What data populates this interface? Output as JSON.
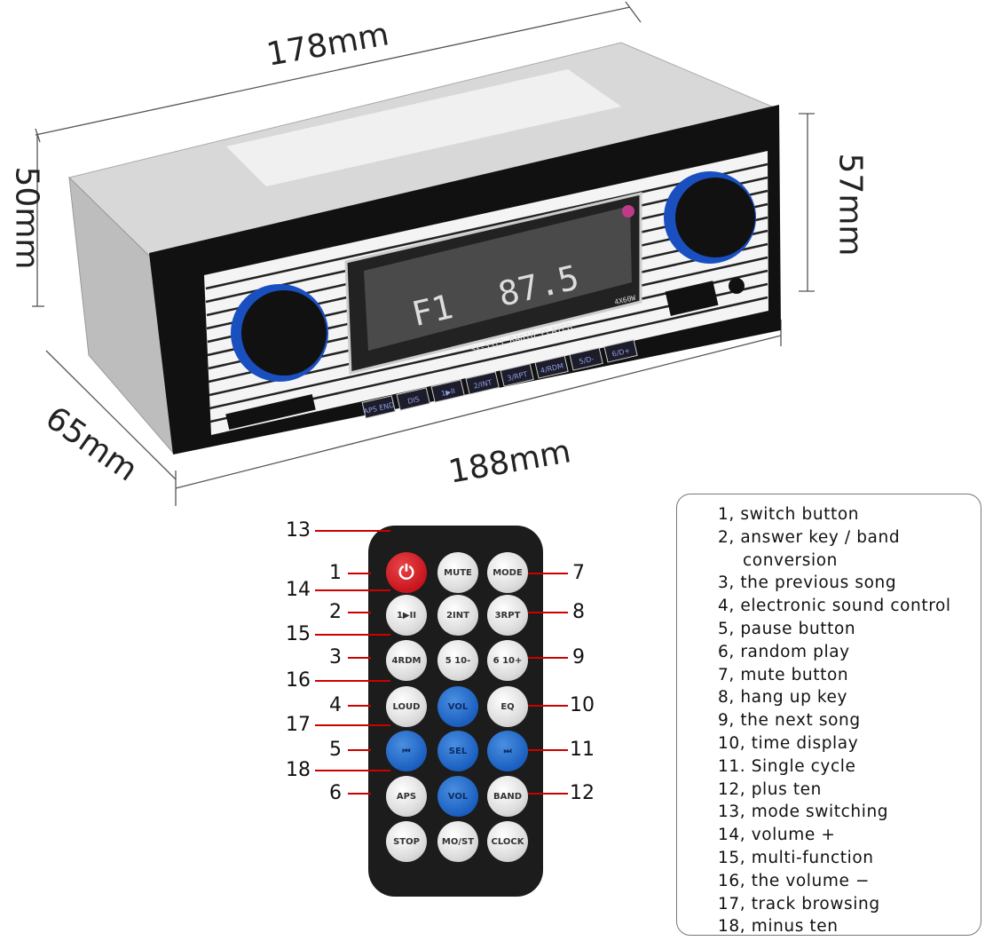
{
  "dimensions": {
    "top": "178mm",
    "left_height": "50mm",
    "right_height": "57mm",
    "depth": "65mm",
    "front": "188mm"
  },
  "radio": {
    "display_band": "F1",
    "display_freq": "87.5",
    "model": "SX-5513",
    "label": "RADIO PLAYER",
    "watts": "4X60W",
    "buttons": [
      "APS END",
      "DIS",
      "1▶II",
      "2/INT",
      "3/RPT",
      "4/RDM",
      "5/D-",
      "6/D+"
    ]
  },
  "remote": {
    "buttons": [
      {
        "label": "⏻",
        "color": "red"
      },
      {
        "label": "MUTE",
        "color": "white"
      },
      {
        "label": "MODE",
        "color": "white"
      },
      {
        "label": "1▶II",
        "color": "white"
      },
      {
        "label": "2INT",
        "color": "white"
      },
      {
        "label": "3RPT",
        "color": "white"
      },
      {
        "label": "4RDM",
        "color": "white"
      },
      {
        "label": "5 10-",
        "color": "white"
      },
      {
        "label": "6 10+",
        "color": "white"
      },
      {
        "label": "LOUD",
        "color": "white"
      },
      {
        "label": "VOL",
        "color": "blue"
      },
      {
        "label": "EQ",
        "color": "white"
      },
      {
        "label": "⏮",
        "color": "blue"
      },
      {
        "label": "SEL",
        "color": "blue"
      },
      {
        "label": "⏭",
        "color": "blue"
      },
      {
        "label": "APS",
        "color": "white"
      },
      {
        "label": "VOL",
        "color": "blue"
      },
      {
        "label": "BAND",
        "color": "white"
      },
      {
        "label": "STOP",
        "color": "white"
      },
      {
        "label": "MO/ST",
        "color": "white"
      },
      {
        "label": "CLOCK",
        "color": "white"
      }
    ]
  },
  "callouts_left": [
    "13",
    "1",
    "14",
    "2",
    "15",
    "3",
    "16",
    "4",
    "17",
    "5",
    "18",
    "6"
  ],
  "callouts_right": [
    "7",
    "8",
    "9",
    "10",
    "11",
    "12"
  ],
  "legend": [
    "1, switch button",
    "2, answer key / band",
    "conversion",
    "3, the previous song",
    "4, electronic sound control",
    "5, pause button",
    "6, random play",
    "7, mute button",
    "8, hang up key",
    "9, the next song",
    "10, time display",
    "11. Single cycle",
    "12, plus ten",
    "13, mode switching",
    "14, volume +",
    "15, multi-function",
    "16, the volume −",
    "17, track browsing",
    "18, minus ten"
  ]
}
